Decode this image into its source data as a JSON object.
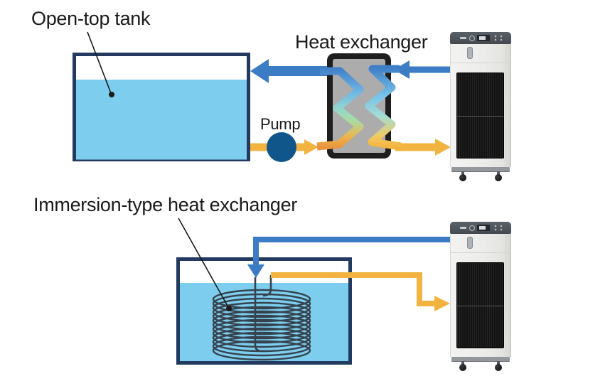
{
  "diagram": {
    "background": "#ffffff",
    "labels": {
      "open_top_tank": "Open-top tank",
      "heat_exchanger": "Heat exchanger",
      "pump": "Pump",
      "immersion_type": "Immersion-type heat exchanger"
    },
    "colors": {
      "text": "#1a1a1a",
      "tank_border": "#223a60",
      "water": "#7dcdee",
      "cold_flow": "#3b7cc4",
      "warm_flow": "#f2b340",
      "warm_flow_deep": "#e78f3b",
      "pump_body": "#11568b",
      "exchanger_frame": "#1e1e1e",
      "exchanger_fill": "#acacac",
      "coil_line": "#36434e",
      "chiller_body": "#ececea",
      "chiller_cap": "#4e545b",
      "chiller_grille": "#131313",
      "chiller_base": "#94979c"
    },
    "components": {
      "top_circuit": [
        "open-top-tank",
        "pump",
        "plate-heat-exchanger",
        "chiller-unit"
      ],
      "bottom_circuit": [
        "tank",
        "immersion-coil-heat-exchanger",
        "chiller-unit"
      ]
    }
  }
}
